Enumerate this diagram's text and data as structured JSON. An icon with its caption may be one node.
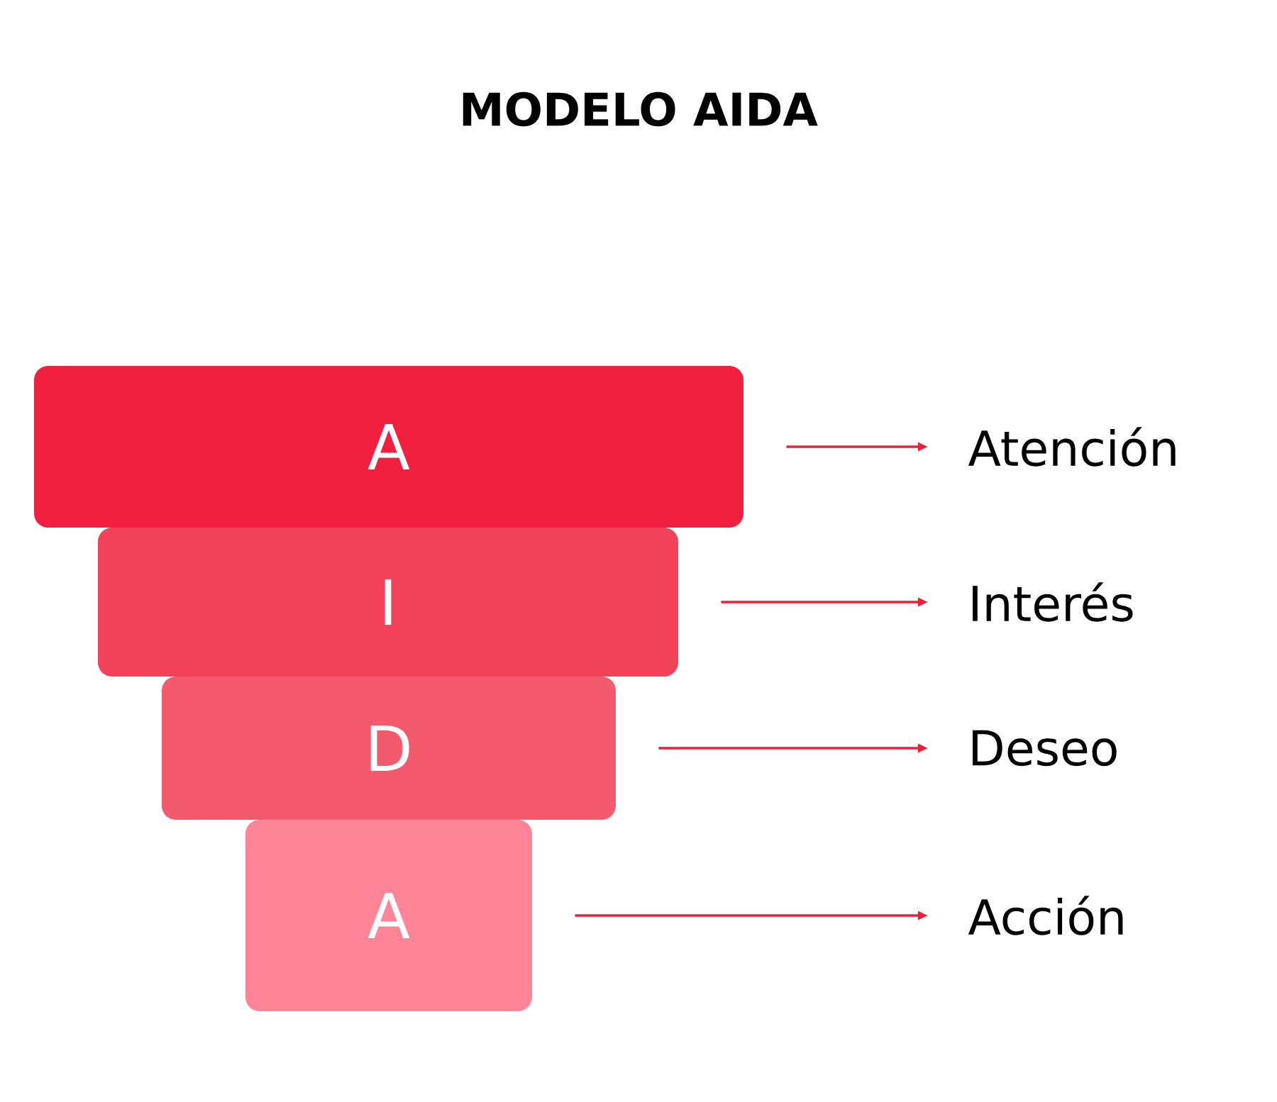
{
  "diagram": {
    "title": "MODELO AIDA",
    "nodes": [
      {
        "text": [
          "A"
        ]
      },
      {
        "text": [
          "I"
        ]
      },
      {
        "text": [
          "D"
        ]
      },
      {
        "text": [
          "A"
        ]
      },
      {
        "text": [
          "Atención"
        ]
      },
      {
        "text": [
          "Interés"
        ]
      },
      {
        "text": [
          "Deseo"
        ]
      },
      {
        "text": [
          "Acción"
        ]
      }
    ],
    "edges": [
      {
        "from": 0,
        "to": 4,
        "arrow": "to"
      },
      {
        "from": 1,
        "to": 5,
        "arrow": "to"
      },
      {
        "from": 2,
        "to": 6,
        "arrow": "to"
      },
      {
        "from": 3,
        "to": 7,
        "arrow": "to"
      }
    ]
  }
}
